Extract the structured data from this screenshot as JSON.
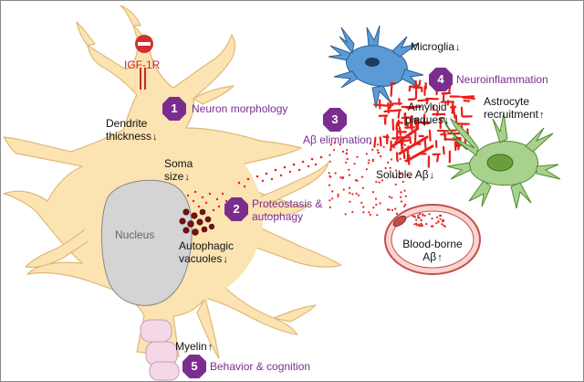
{
  "labels": {
    "igf1r": "IGF-1R",
    "nucleus": "Nucleus",
    "dendrite_line1": "Dendrite",
    "dendrite_line2": "thickness",
    "soma_line1": "Soma",
    "soma_line2": "size",
    "autophagic_line1": "Autophagic",
    "autophagic_line2": "vacuoles",
    "myelin": "Myelin",
    "microglia": "Microglia",
    "amyloid_line1": "Amyloid",
    "amyloid_line2": "plaques",
    "astrocyte_line1": "Astrocyte",
    "astrocyte_line2": "recruitment",
    "soluble": "Soluble Aβ",
    "bloodborne_line1": "Blood-borne",
    "bloodborne_line2": "Aβ"
  },
  "arrows": {
    "down": "↓",
    "up": "↑"
  },
  "steps": [
    {
      "number": "1",
      "label": "Neuron morphology"
    },
    {
      "number": "2",
      "label_line1": "Proteostasis &",
      "label_line2": "autophagy"
    },
    {
      "number": "3",
      "label": "Aβ elimination"
    },
    {
      "number": "4",
      "label": "Neuroinflammation"
    },
    {
      "number": "5",
      "label": "Behavior & cognition"
    }
  ],
  "colors": {
    "neuron_fill": "#fce3b2",
    "neuron_stroke": "#e0b878",
    "nucleus_fill": "#d4d4d4",
    "badge": "#7b2d8e",
    "step_text": "#7b2d8e",
    "amyloid": "#e8201a",
    "microglia_fill": "#5b9bd5",
    "astrocyte_fill": "#a9d18e",
    "vessel_fill": "#fad4d0",
    "vessel_stroke": "#c0504d",
    "myelin_fill": "#f3d9e8",
    "inhibit_sign": "#d32f2f"
  }
}
